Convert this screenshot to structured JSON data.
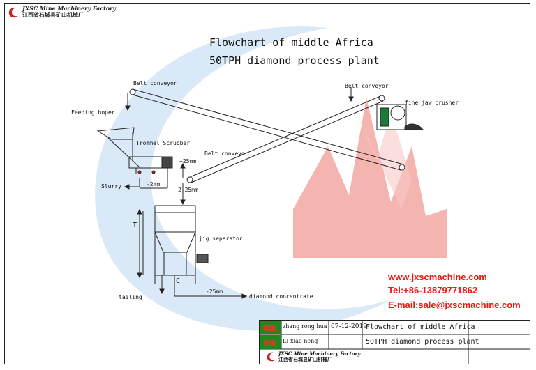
{
  "header": {
    "company_en": "JXSC Mine Machinery Factory",
    "company_cn": "江西省石城县矿山机械厂"
  },
  "title": {
    "line1": "Flowchart of middle Africa",
    "line2": "50TPH diamond process plant"
  },
  "labels": {
    "belt_conveyor_1": "Belt conveyor",
    "belt_conveyor_2": "Belt conveyor",
    "belt_conveyor_3": "Belt conveyor",
    "fine_jaw_crusher": "fine jaw crusher",
    "feeding_hoper": "Feeding hoper",
    "trommel_scrubber": "Trommel Scrubber",
    "plus_25mm": "+25mm",
    "slurry": "Slurry",
    "minus_2mm": "-2mm",
    "range_2_25mm": "2-25mm",
    "t_mark": "T",
    "jig_separator": "jig separator",
    "c_mark": "C",
    "tailing": "tailing",
    "minus_25mm": "-25mm",
    "diamond_concentrate": "diamond concentrate"
  },
  "contact": {
    "website": "www.jxscmachine.com",
    "tel": "Tel:+86-13879771862",
    "email": "E-mail:sale@jxscmachine.com"
  },
  "title_block": {
    "role1": "制图",
    "name1": "zhang rong hua",
    "date1": "07-12-2019",
    "role2": "校核",
    "name2": "LI xiao neng",
    "drawing_title_1": "Flowchart of middle Africa",
    "drawing_title_2": "50TPH diamond process plant",
    "footer_company_en": "JXSC Mine Machinery Factory",
    "footer_company_cn": "江西省石城县矿山机械厂"
  },
  "colors": {
    "watermark_blue": "#cfe3f4",
    "watermark_red": "#f08a86",
    "contact_red": "#e8190c",
    "cell_green": "#1e8a1e"
  }
}
